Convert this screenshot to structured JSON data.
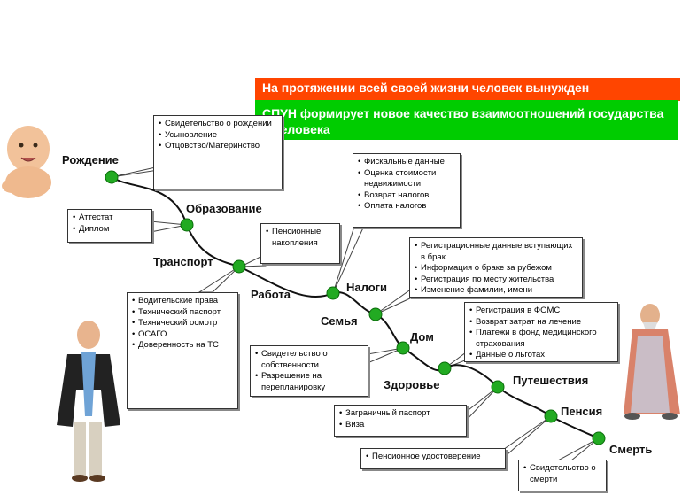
{
  "banner": {
    "top_text": "На протяжении всей своей жизни человек вынужден",
    "bottom_text": "СПУН формирует новое качество взаимоотношений государства и человека"
  },
  "colors": {
    "orange_banner": "#ff4500",
    "green_banner": "#00cc00",
    "node_fill": "#22aa22",
    "path_line": "#111111"
  },
  "stages": [
    {
      "key": "birth",
      "label": "Рождение"
    },
    {
      "key": "education",
      "label": "Образование"
    },
    {
      "key": "transport",
      "label": "Транспорт"
    },
    {
      "key": "work",
      "label": "Работа"
    },
    {
      "key": "taxes",
      "label": "Налоги"
    },
    {
      "key": "family",
      "label": "Семья"
    },
    {
      "key": "home",
      "label": "Дом"
    },
    {
      "key": "health",
      "label": "Здоровье"
    },
    {
      "key": "travel",
      "label": "Путешествия"
    },
    {
      "key": "pension",
      "label": "Пенсия"
    },
    {
      "key": "death",
      "label": "Смерть"
    }
  ],
  "callouts": {
    "birth": [
      "Свидетельство о рождении",
      "Усыновление",
      "Отцовство/Материнство"
    ],
    "education": [
      "Аттестат",
      "Диплом"
    ],
    "work": [
      "Пенсионные накопления"
    ],
    "taxes": [
      "Фискальные данные",
      "Оценка стоимости недвижимости",
      "Возврат налогов",
      "Оплата налогов"
    ],
    "family": [
      "Регистрационные данные вступающих в брак",
      "Информация о браке за рубежом",
      "Регистрация по месту жительства",
      "Изменение фамилии, имени"
    ],
    "health": [
      "Регистрация в ФОМС",
      "Возврат затрат на лечение",
      "Платежи в фонд медицинского страхования",
      "Данные о льготах"
    ],
    "transport": [
      "Водительские права",
      "Технический паспорт",
      "Технический осмотр",
      "ОСАГО",
      "Доверенность на ТС"
    ],
    "home": [
      "Свидетельство о собственности",
      "Разрешение на перепланировку"
    ],
    "travel": [
      "Заграничный паспорт",
      "Виза"
    ],
    "pension": [
      "Пенсионное удостоверение"
    ],
    "death": [
      "Свидетельство о смерти"
    ]
  },
  "figures": {
    "baby": "baby-icon",
    "man": "businessman-icon",
    "elder": "elder-icon"
  }
}
